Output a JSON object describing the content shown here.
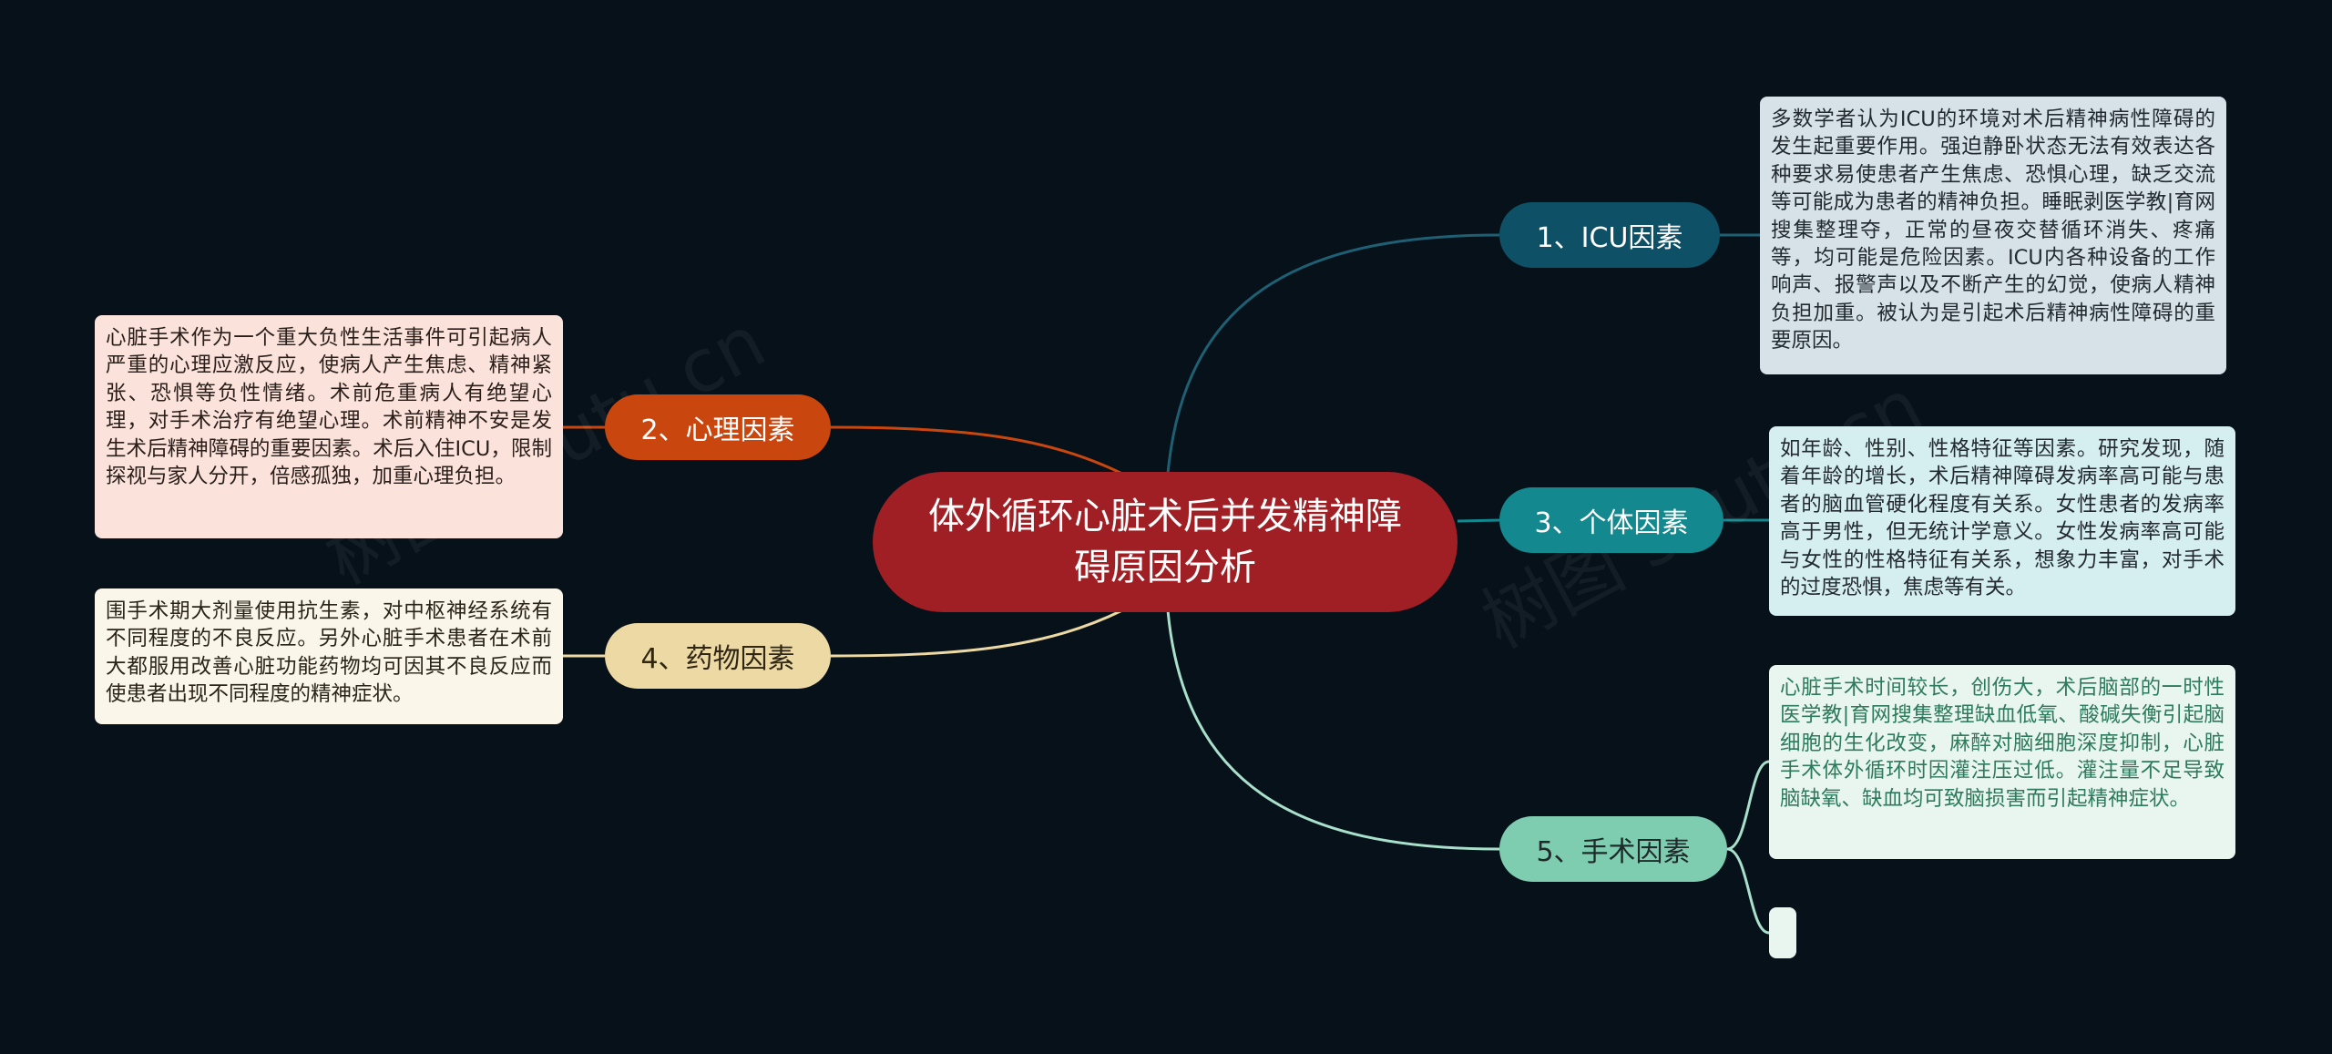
{
  "root": {
    "title": "体外循环心脏术后并发精神障碍原因分析"
  },
  "branches": [
    {
      "label": "1、ICU因素",
      "detail": "多数学者认为ICU的环境对术后精神病性障碍的发生起重要作用。强迫静卧状态无法有效表达各种要求易使患者产生焦虑、恐惧心理，缺乏交流等可能成为患者的精神负担。睡眠剥医学教|育网搜集整理夺，正常的昼夜交替循环消失、疼痛等，均可能是危险因素。ICU内各种设备的工作响声、报警声以及不断产生的幻觉，使病人精神负担加重。被认为是引起术后精神病性障碍的重要原因。"
    },
    {
      "label": "3、个体因素",
      "detail": "如年龄、性别、性格特征等因素。研究发现，随着年龄的增长，术后精神障碍发病率高可能与患者的脑血管硬化程度有关系。女性患者的发病率高于男性，但无统计学意义。女性发病率高可能与女性的性格特征有关系，想象力丰富，对手术的过度恐惧，焦虑等有关。"
    },
    {
      "label": "5、手术因素",
      "detail": "心脏手术时间较长，创伤大，术后脑部的一时性医学教|育网搜集整理缺血低氧、酸碱失衡引起脑细胞的生化改变，麻醉对脑细胞深度抑制，心脏手术体外循环时因灌注压过低。灌注量不足导致脑缺氧、缺血均可致脑损害而引起精神症状。"
    },
    {
      "label": "2、心理因素",
      "detail": "心脏手术作为一个重大负性生活事件可引起病人严重的心理应激反应，使病人产生焦虑、精神紧张、恐惧等负性情绪。术前危重病人有绝望心理，对手术治疗有绝望心理。术前精神不安是发生术后精神障碍的重要因素。术后入住ICU，限制探视与家人分开，倍感孤独，加重心理负担。"
    },
    {
      "label": "4、药物因素",
      "detail": "围手术期大剂量使用抗生素，对中枢神经系统有不同程度的不良反应。另外心脏手术患者在术前大都服用改善心脏功能药物均可因其不良反应而使患者出现不同程度的精神症状。"
    }
  ],
  "watermark": "树图 shutu.cn",
  "colors": {
    "background": "#07111a",
    "root": "#a01f24",
    "icu": "#0e5166",
    "individual": "#13888e",
    "surgery": "#7fcdb0",
    "psychology": "#c9470f",
    "drug": "#ecd9a4"
  }
}
